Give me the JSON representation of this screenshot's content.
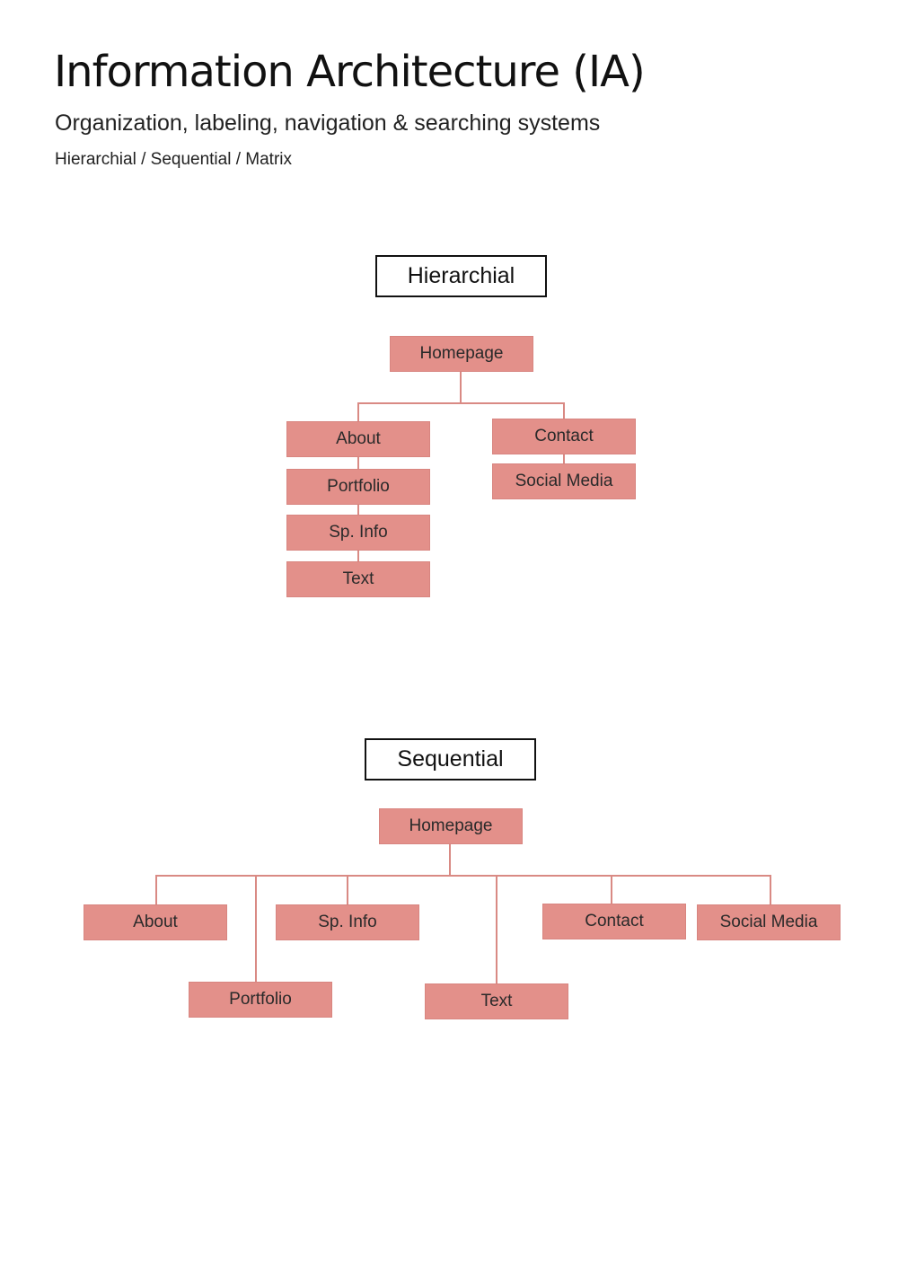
{
  "header": {
    "title": "Information Architecture (IA)",
    "subtitle": "Organization, labeling, navigation & searching systems",
    "tagline": "Hierarchial / Sequential / Matrix"
  },
  "colors": {
    "node_fill": "#e3908a",
    "connector": "#d98a84",
    "label_border": "#111111"
  },
  "hierarchical": {
    "label": "Hierarchial",
    "root": "Homepage",
    "left_branch": [
      "About",
      "Portfolio",
      "Sp. Info",
      "Text"
    ],
    "right_branch": [
      "Contact",
      "Social Media"
    ]
  },
  "sequential": {
    "label": "Sequential",
    "root": "Homepage",
    "nodes": [
      "About",
      "Portfolio",
      "Sp. Info",
      "Text",
      "Contact",
      "Social Media"
    ]
  }
}
